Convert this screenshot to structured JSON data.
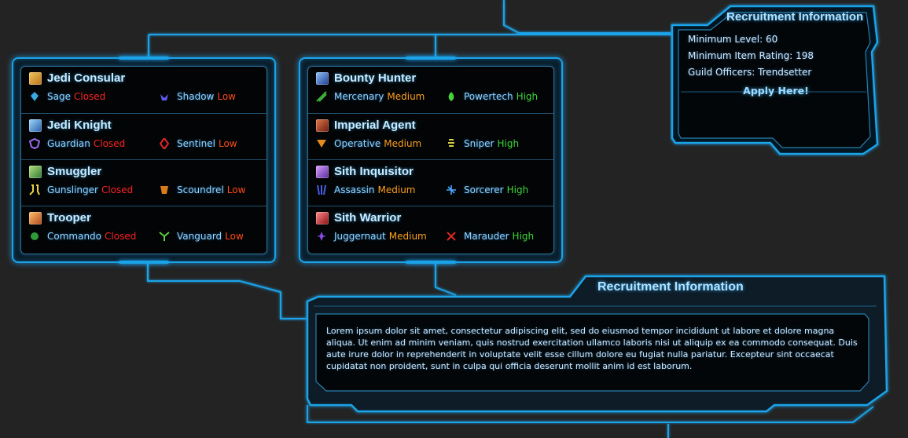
{
  "panels": {
    "republic": {
      "classes": [
        {
          "name": "Jedi Consular",
          "icon": "jedi-consular-icon",
          "specs": [
            {
              "name": "Sage",
              "status": "Closed",
              "icon": "sage-icon"
            },
            {
              "name": "Shadow",
              "status": "Low",
              "icon": "shadow-icon"
            }
          ]
        },
        {
          "name": "Jedi Knight",
          "icon": "jedi-knight-icon",
          "specs": [
            {
              "name": "Guardian",
              "status": "Closed",
              "icon": "guardian-icon"
            },
            {
              "name": "Sentinel",
              "status": "Low",
              "icon": "sentinel-icon"
            }
          ]
        },
        {
          "name": "Smuggler",
          "icon": "smuggler-icon",
          "specs": [
            {
              "name": "Gunslinger",
              "status": "Closed",
              "icon": "gunslinger-icon"
            },
            {
              "name": "Scoundrel",
              "status": "Low",
              "icon": "scoundrel-icon"
            }
          ]
        },
        {
          "name": "Trooper",
          "icon": "trooper-icon",
          "specs": [
            {
              "name": "Commando",
              "status": "Closed",
              "icon": "commando-icon"
            },
            {
              "name": "Vanguard",
              "status": "Low",
              "icon": "vanguard-icon"
            }
          ]
        }
      ]
    },
    "empire": {
      "classes": [
        {
          "name": "Bounty Hunter",
          "icon": "bounty-hunter-icon",
          "specs": [
            {
              "name": "Mercenary",
              "status": "Medium",
              "icon": "mercenary-icon"
            },
            {
              "name": "Powertech",
              "status": "High",
              "icon": "powertech-icon"
            }
          ]
        },
        {
          "name": "Imperial Agent",
          "icon": "imperial-agent-icon",
          "specs": [
            {
              "name": "Operative",
              "status": "Medium",
              "icon": "operative-icon"
            },
            {
              "name": "Sniper",
              "status": "High",
              "icon": "sniper-icon"
            }
          ]
        },
        {
          "name": "Sith Inquisitor",
          "icon": "sith-inquisitor-icon",
          "specs": [
            {
              "name": "Assassin",
              "status": "Medium",
              "icon": "assassin-icon"
            },
            {
              "name": "Sorcerer",
              "status": "High",
              "icon": "sorcerer-icon"
            }
          ]
        },
        {
          "name": "Sith Warrior",
          "icon": "sith-warrior-icon",
          "specs": [
            {
              "name": "Juggernaut",
              "status": "Medium",
              "icon": "juggernaut-icon"
            },
            {
              "name": "Marauder",
              "status": "High",
              "icon": "marauder-icon"
            }
          ]
        }
      ]
    }
  },
  "recruitment_small": {
    "title": "Recruitment Information",
    "lines": [
      "Minimum Level: 60",
      "Minimum Item Rating: 198",
      "Guild Officers: Trendsetter"
    ],
    "apply_label": "Apply Here!"
  },
  "recruitment_large": {
    "title": "Recruitment Information",
    "body": "Lorem ipsum dolor sit amet, consectetur adipiscing elit, sed do eiusmod tempor incididunt ut labore et dolore magna aliqua. Ut enim ad minim veniam, quis nostrud exercitation ullamco laboris nisi ut aliquip ex ea commodo consequat. Duis aute irure dolor in reprehenderit in voluptate velit esse cillum dolore eu fugiat nulla pariatur. Excepteur sint occaecat cupidatat non proident, sunt in culpa qui officia deserunt mollit anim id est laborum."
  },
  "colors": {
    "accent": "#1aa3e8",
    "status_closed": "#ff2222",
    "status_low": "#ff4a1a",
    "status_medium": "#ffa01c",
    "status_high": "#3ed83a"
  }
}
